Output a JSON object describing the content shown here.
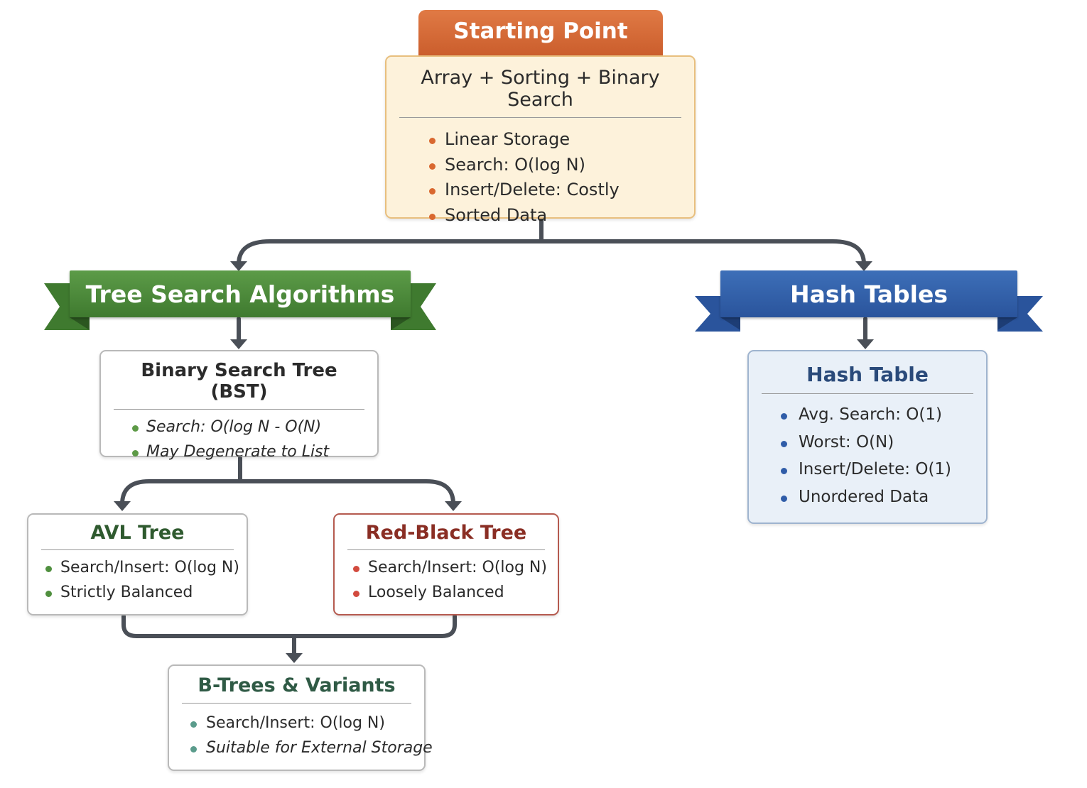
{
  "colors": {
    "start_accent": "#d9682f",
    "tree_green": "#4a8a3a",
    "hash_blue": "#2f5ca8",
    "red_black": "#8a2e24",
    "connector": "#4a4f57"
  },
  "start": {
    "tab_label": "Starting Point",
    "title": "Array + Sorting + Binary Search",
    "items": [
      "Linear Storage",
      "Search: O(log N)",
      "Insert/Delete: Costly",
      "Sorted Data"
    ]
  },
  "tree": {
    "ribbon_label": "Tree Search Algorithms",
    "bst": {
      "title": "Binary Search Tree (BST)",
      "items": [
        "Search: O(log N - O(N)",
        "May Degenerate to List"
      ]
    },
    "avl": {
      "title": "AVL Tree",
      "items": [
        "Search/Insert: O(log N)",
        "Strictly Balanced"
      ]
    },
    "red_black": {
      "title": "Red-Black Tree",
      "items": [
        "Search/Insert: O(log N)",
        "Loosely Balanced"
      ]
    },
    "btree": {
      "title": "B-Trees & Variants",
      "items": [
        "Search/Insert: O(log N)",
        "Suitable for External Storage"
      ]
    }
  },
  "hash": {
    "ribbon_label": "Hash Tables",
    "table": {
      "title": "Hash Table",
      "items": [
        "Avg. Search: O(1)",
        "Worst: O(N)",
        "Insert/Delete: O(1)",
        "Unordered Data"
      ]
    }
  }
}
